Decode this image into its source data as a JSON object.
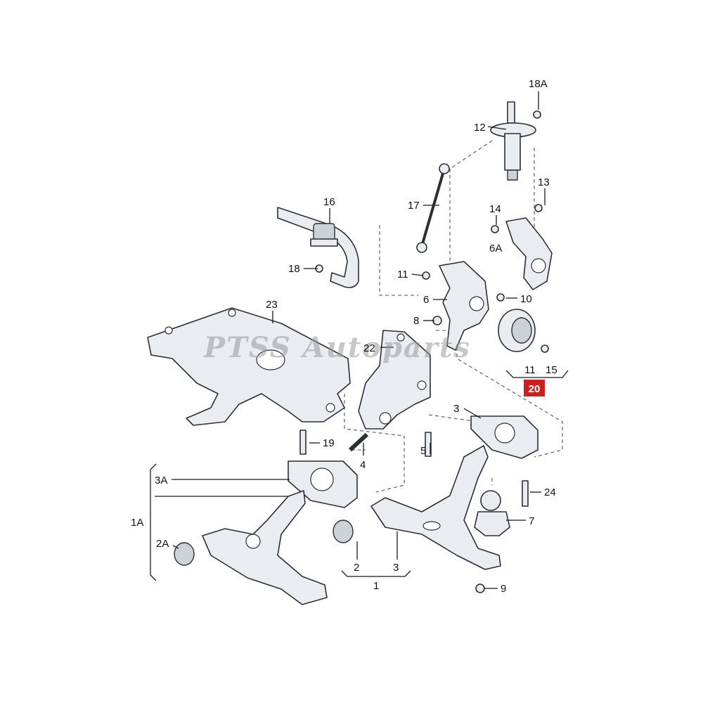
{
  "labels": {
    "l18A": "18A",
    "l12": "12",
    "l13": "13",
    "l14": "14",
    "l6A": "6A",
    "l17": "17",
    "l16": "16",
    "l18": "18",
    "l11a": "11",
    "l6": "6",
    "l10": "10",
    "l8": "8",
    "l23": "23",
    "l22": "22",
    "l11b": "11",
    "l15": "15",
    "l20": "20",
    "l3top": "3",
    "l19": "19",
    "l4": "4",
    "l5": "5",
    "l3A": "3A",
    "l24": "24",
    "l1A": "1A",
    "l7": "7",
    "l2A": "2A",
    "l2": "2",
    "l3b": "3",
    "l1": "1",
    "l9": "9"
  },
  "watermark": "PTSS Autoparts",
  "colors": {
    "badge": "#cc1f1f",
    "part_fill": "#e9ecf0",
    "line": "#2b2f36"
  }
}
